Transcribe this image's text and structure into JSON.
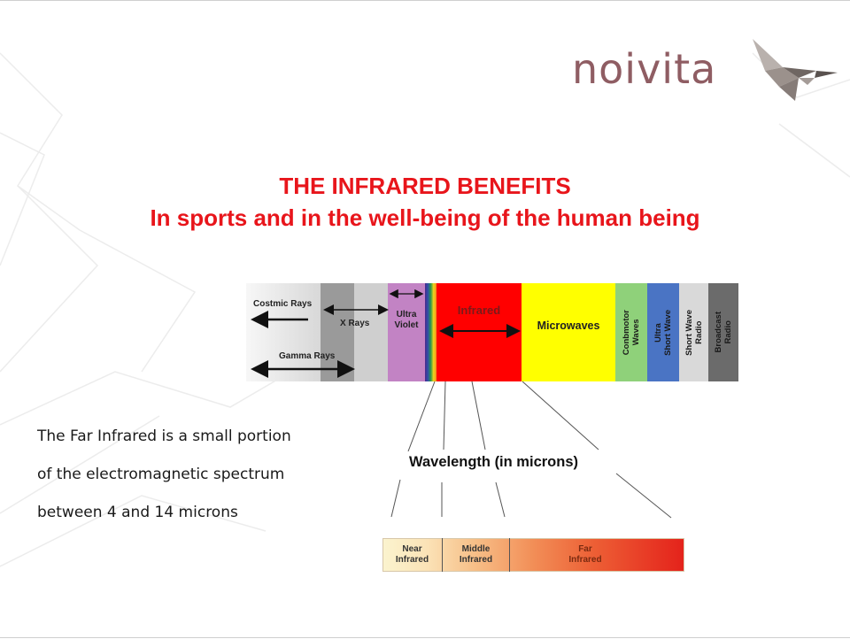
{
  "logo": {
    "text": "noivita",
    "mark": "origami-bird-icon"
  },
  "title": {
    "line1": "THE INFRARED BENEFITS",
    "line2": "In sports and in the well-being of the human being"
  },
  "spectrum": {
    "cosmic": "Costmic Rays",
    "xrays": "X Rays",
    "gamma": "Gamma Rays",
    "ultra_violet_1": "Ultra",
    "ultra_violet_2": "Violet",
    "infrared": "Infrared",
    "microwaves": "Microwaves",
    "conbmotor_1": "Conbmotor",
    "conbmotor_2": "Waves",
    "ultra_short_1": "Ultra",
    "ultra_short_2": "Short Wave",
    "short_wave_1": "Short Wave",
    "short_wave_2": "Radio",
    "broadcast_1": "Broadcast",
    "broadcast_2": "Radio"
  },
  "wavelength_label": "Wavelength (in microns)",
  "description": {
    "line1": "The Far Infrared is a small portion",
    "line2": "of the electromagnetic spectrum",
    "line3": "between 4 and 14 microns"
  },
  "ir_bar": {
    "near_1": "Near",
    "near_2": "Infrared",
    "middle_1": "Middle",
    "middle_2": "Infrared",
    "far_1": "Far",
    "far_2": "Infrared"
  },
  "colors": {
    "title_red": "#e8151b",
    "infrared": "#ff0000",
    "microwaves": "#ffff00",
    "conbmotor": "#8fd17a",
    "ultra_short": "#4a74c4",
    "logo": "#8f5d63"
  }
}
